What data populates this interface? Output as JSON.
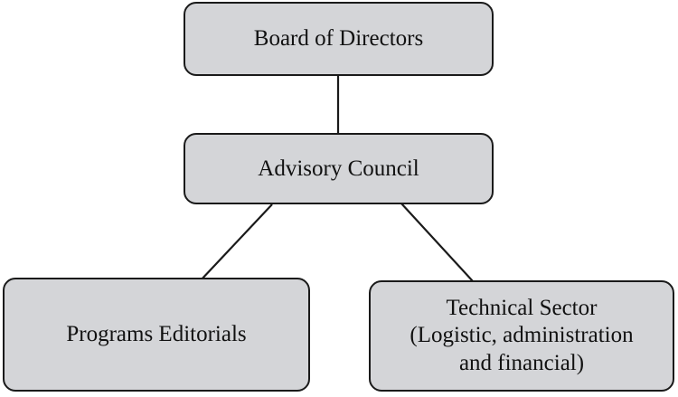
{
  "diagram": {
    "type": "organizational-chart",
    "title": "",
    "background_color": "#ffffff",
    "node_fill_color": "#d4d5d8",
    "node_border_color": "#1a1a1a",
    "connector_color": "#1a1a1a",
    "nodes": [
      {
        "id": "board",
        "label": "Board of Directors",
        "level": 1
      },
      {
        "id": "advisory",
        "label": "Advisory Council",
        "level": 2
      },
      {
        "id": "programs",
        "label": "Programs Editorials",
        "level": 3
      },
      {
        "id": "technical",
        "label": "Technical Sector\n(Logistic, administration\nand financial)",
        "level": 3
      }
    ],
    "edges": [
      {
        "from": "board",
        "to": "advisory",
        "style": "straight-vertical"
      },
      {
        "from": "advisory",
        "to": "programs",
        "style": "diagonal"
      },
      {
        "from": "advisory",
        "to": "technical",
        "style": "diagonal"
      }
    ]
  }
}
